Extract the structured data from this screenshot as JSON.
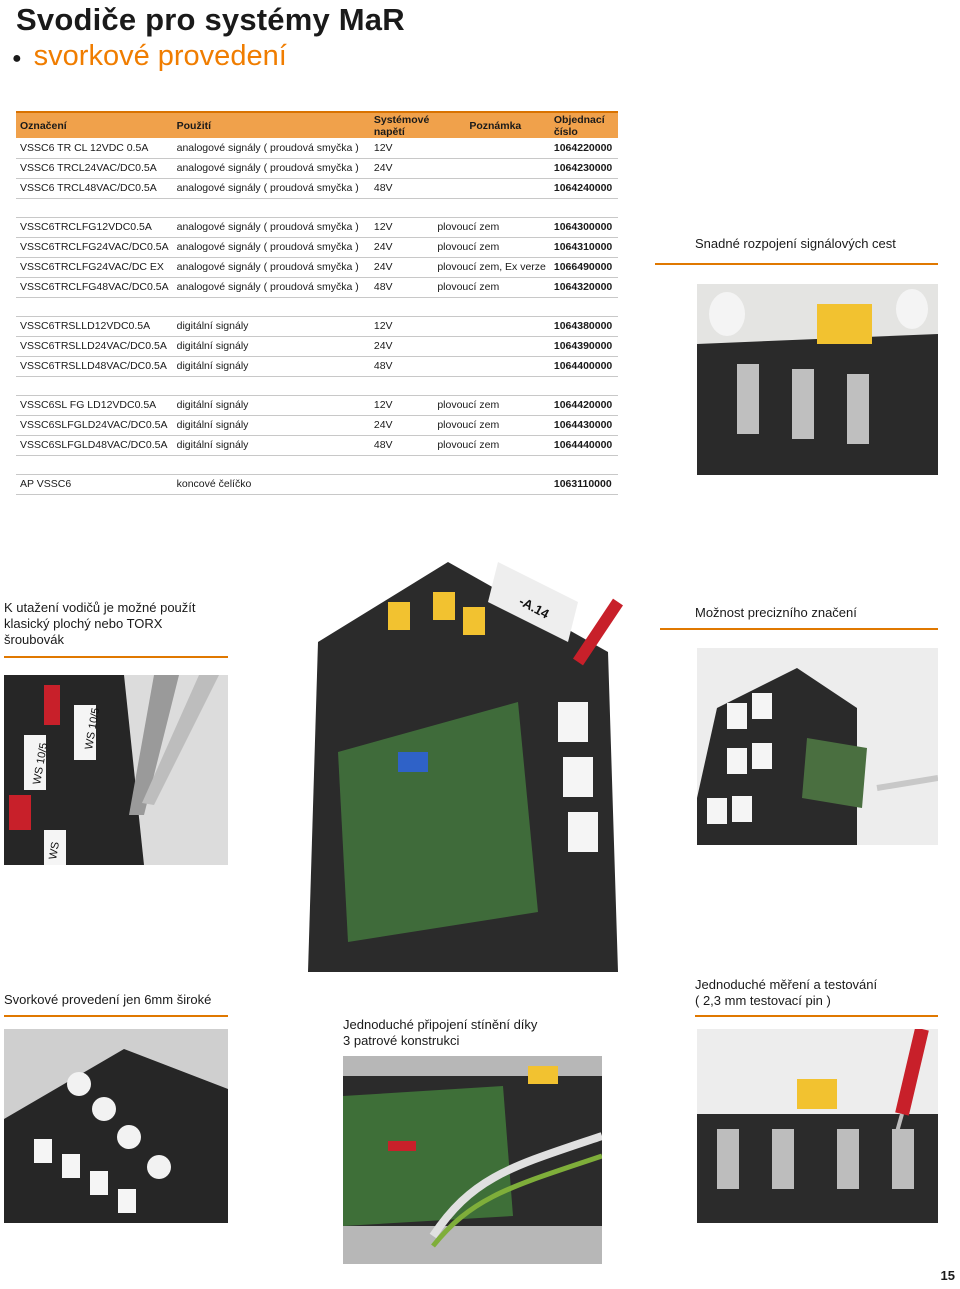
{
  "header": {
    "title": "Svodiče pro systémy MaR",
    "subtitle": "svorkové provedení"
  },
  "table": {
    "columns": [
      "Označení",
      "Použití",
      "Systémové napětí",
      "Poznámka",
      "Objednací číslo"
    ],
    "groups": [
      [
        [
          "VSSC6 TR CL 12VDC 0.5A",
          "analogové signály ( proudová smyčka )",
          "12V",
          "",
          "1064220000"
        ],
        [
          "VSSC6 TRCL24VAC/DC0.5A",
          "analogové signály ( proudová smyčka )",
          "24V",
          "",
          "1064230000"
        ],
        [
          "VSSC6 TRCL48VAC/DC0.5A",
          "analogové signály ( proudová smyčka )",
          "48V",
          "",
          "1064240000"
        ]
      ],
      [
        [
          "VSSC6TRCLFG12VDC0.5A",
          "analogové signály ( proudová smyčka )",
          "12V",
          "plovoucí zem",
          "1064300000"
        ],
        [
          "VSSC6TRCLFG24VAC/DC0.5A",
          "analogové signály ( proudová smyčka )",
          "24V",
          "plovoucí zem",
          "1064310000"
        ],
        [
          "VSSC6TRCLFG24VAC/DC EX",
          "analogové signály ( proudová smyčka )",
          "24V",
          "plovoucí zem, Ex verze",
          "1066490000"
        ],
        [
          "VSSC6TRCLFG48VAC/DC0.5A",
          "analogové signály ( proudová smyčka )",
          "48V",
          "plovoucí zem",
          "1064320000"
        ]
      ],
      [
        [
          "VSSC6TRSLLD12VDC0.5A",
          "digitální signály",
          "12V",
          "",
          "1064380000"
        ],
        [
          "VSSC6TRSLLD24VAC/DC0.5A",
          "digitální signály",
          "24V",
          "",
          "1064390000"
        ],
        [
          "VSSC6TRSLLD48VAC/DC0.5A",
          "digitální signály",
          "48V",
          "",
          "1064400000"
        ]
      ],
      [
        [
          "VSSC6SL FG LD12VDC0.5A",
          "digitální signály",
          "12V",
          "plovoucí zem",
          "1064420000"
        ],
        [
          "VSSC6SLFGLD24VAC/DC0.5A",
          "digitální signály",
          "24V",
          "plovoucí zem",
          "1064430000"
        ],
        [
          "VSSC6SLFGLD48VAC/DC0.5A",
          "digitální signály",
          "48V",
          "plovoucí zem",
          "1064440000"
        ]
      ],
      [
        [
          "AP VSSC6",
          "koncové čelíčko",
          "",
          "",
          "1063110000"
        ]
      ]
    ]
  },
  "callouts": {
    "snadne": "Snadné rozpojení signálových cest",
    "utazeni_1": "K utažení vodičů je možné použít",
    "utazeni_2": "klasický plochý nebo TORX",
    "utazeni_3": "šroubovák",
    "znaceni": "Možnost precizního značení",
    "sirka": "Svorkové provedení jen 6mm široké",
    "mereni_1": "Jednoduché měření a testování",
    "mereni_2": "( 2,3 mm testovací pin )",
    "stineni_1": "Jednoduché připojení stínění díky",
    "stineni_2": "3 patrové konstrukci"
  },
  "photo_labels": {
    "marker_1": "-A.14",
    "marker_2": "WS 10/5",
    "marker_3": "WS 10/5",
    "marker_4": "WS"
  },
  "footer": {
    "page_number": "15"
  },
  "colors": {
    "accent": "#f07d00",
    "table_header": "#f0a14b",
    "rule": "#e07800"
  }
}
